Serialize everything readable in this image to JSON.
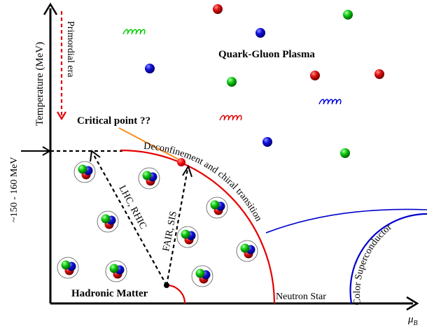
{
  "axes": {
    "y_label": "Temperature (MeV)",
    "x_label": "μ",
    "x_label_sub": "B",
    "temperature_marker": "~150 - 160 MeV"
  },
  "labels": {
    "primordial": "Primordial era",
    "critical_point": "Critical point ??",
    "qgp": "Quark-Gluon Plasma",
    "transition": "Deconfinement and chiral transition",
    "lhc": "LHC, RHIC",
    "fair": "FAIR, SIS",
    "hadronic": "Hadronic Matter",
    "neutron_star": "Neutron Star",
    "color_sc": "Color Superconductor"
  },
  "colors": {
    "axis": "#000000",
    "phase_boundary": "#e60000",
    "critical_point": "#ff0000",
    "critical_arrow": "#ff8c1a",
    "color_superconductor": "#0000cc",
    "gluon_green": "#00cc00",
    "gluon_red": "#dd0000",
    "gluon_blue": "#0000dd",
    "quark_red": "#cc0000",
    "quark_green": "#00bb00",
    "quark_blue": "#0000bb"
  }
}
